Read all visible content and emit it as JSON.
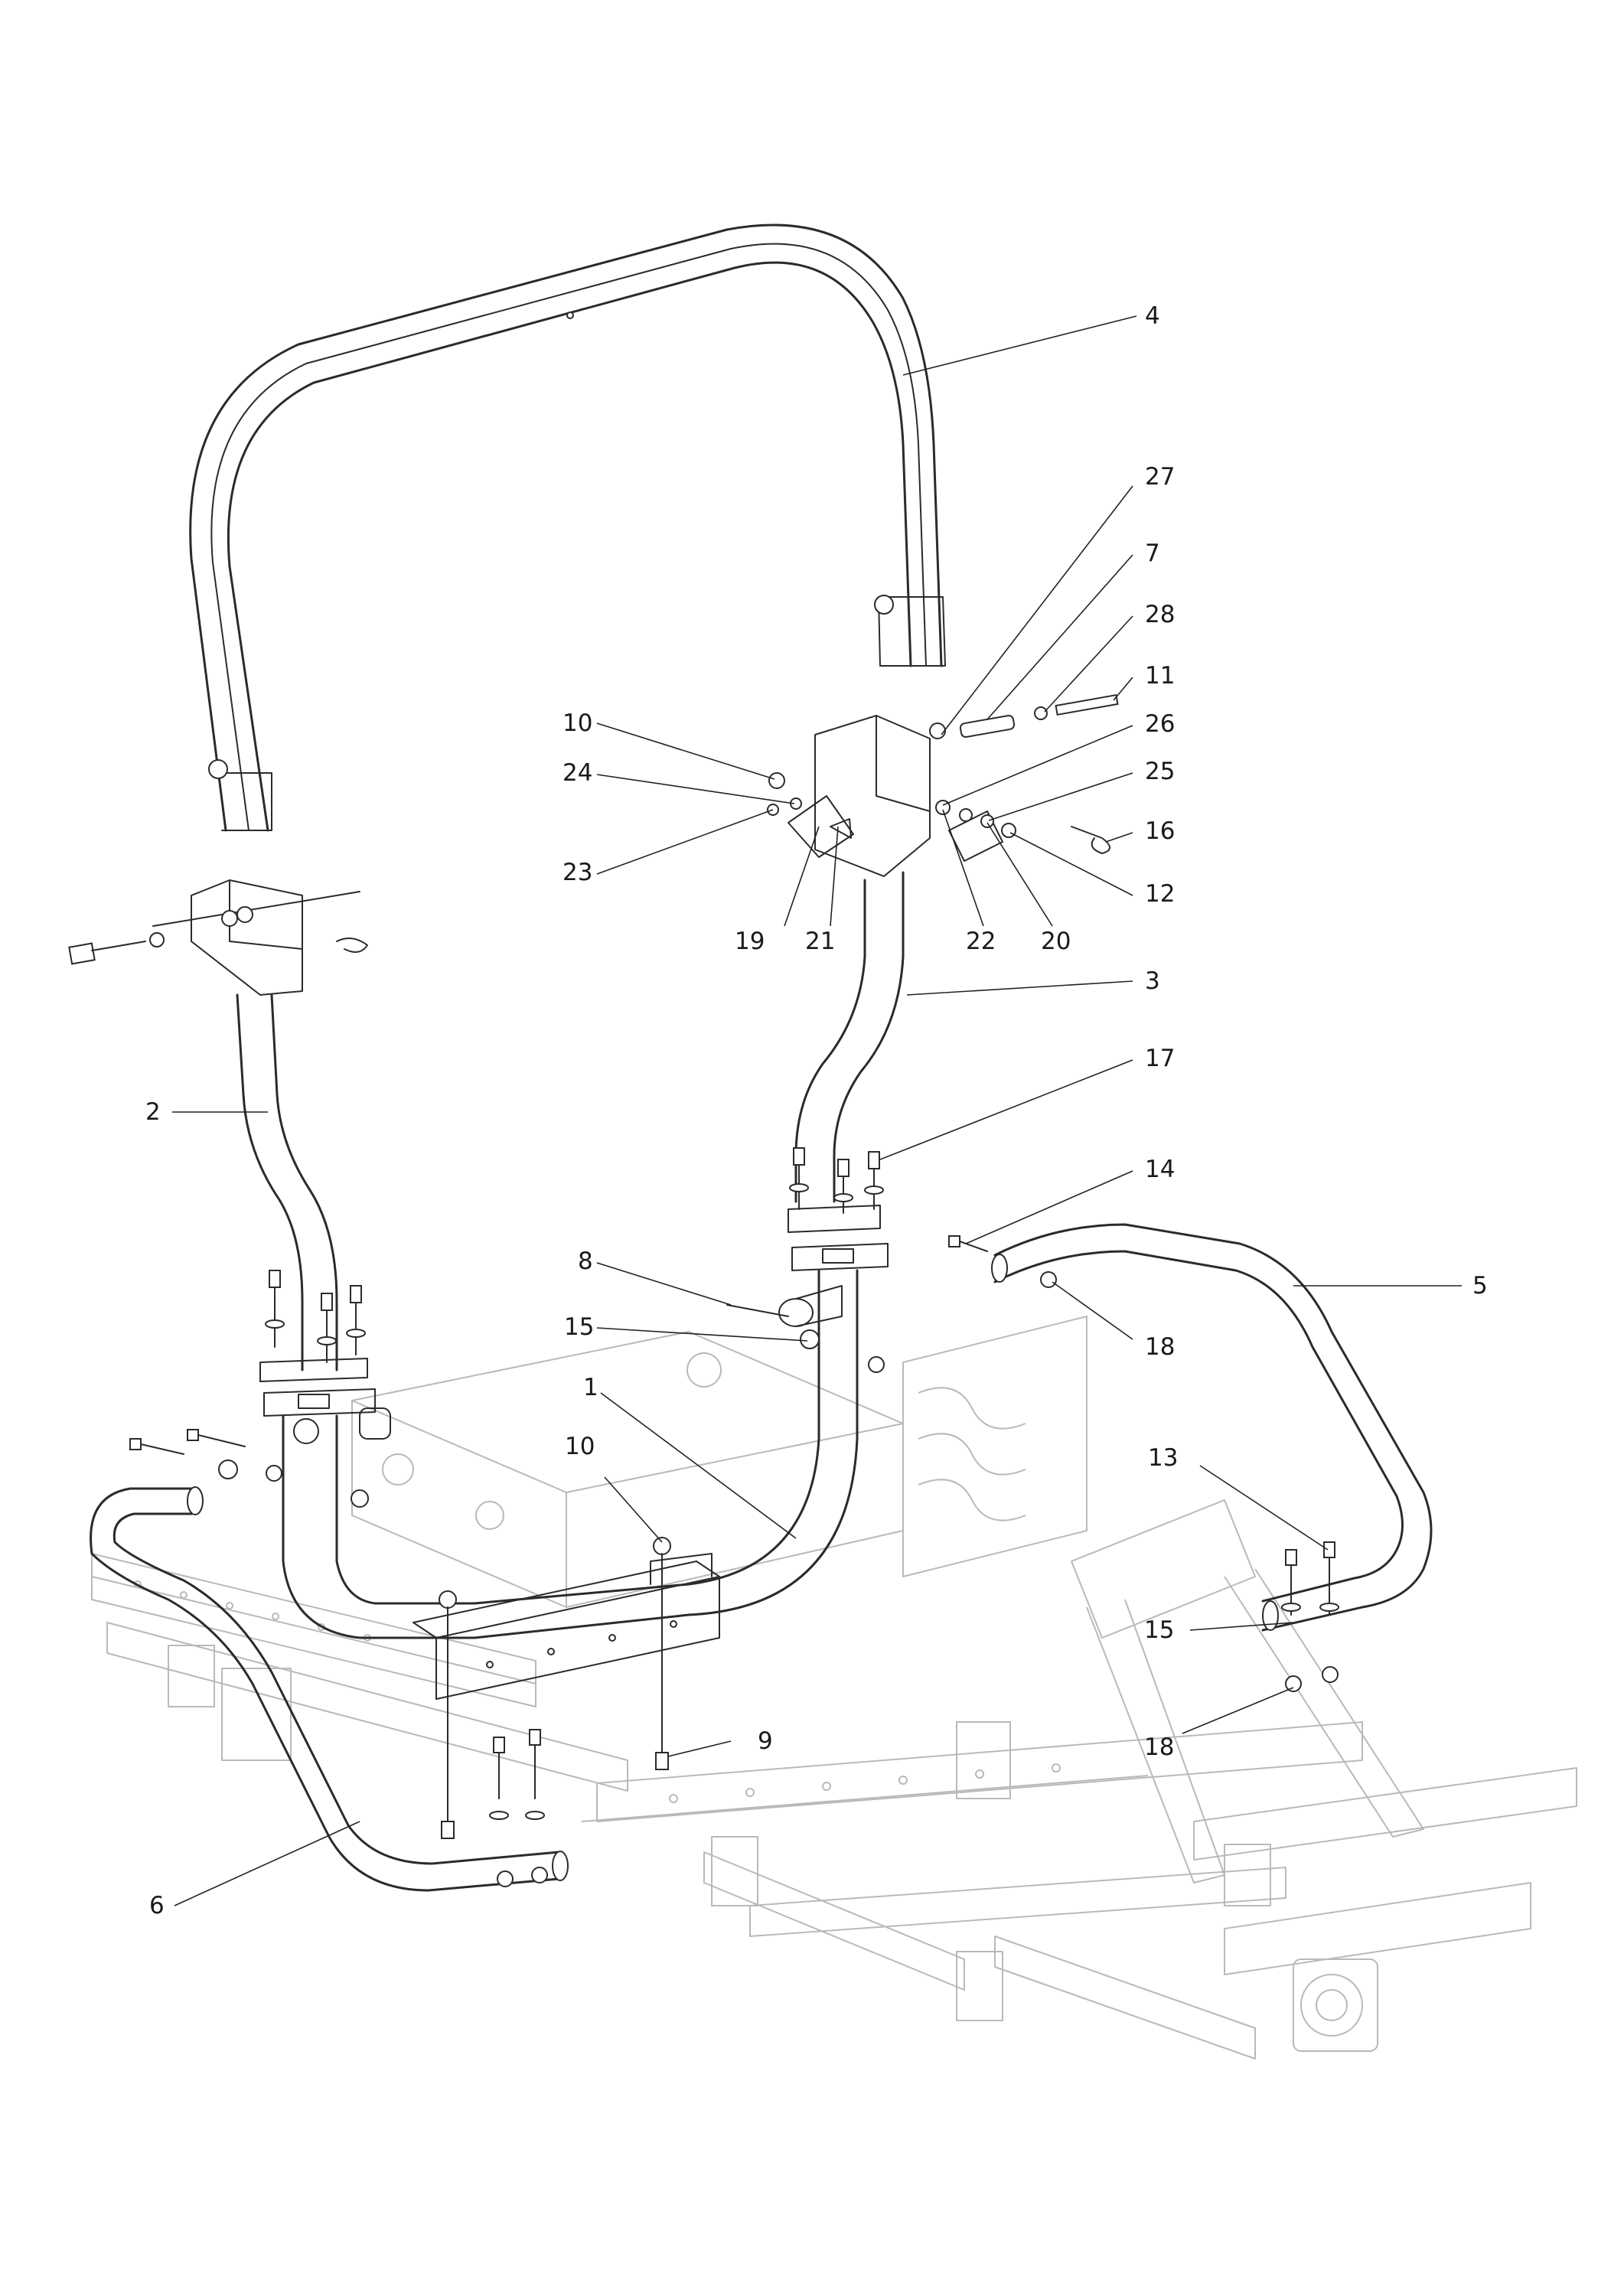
{
  "diagram": {
    "type": "exploded-parts-view",
    "callouts": [
      {
        "id": "c1",
        "label": "1"
      },
      {
        "id": "c2",
        "label": "2"
      },
      {
        "id": "c3",
        "label": "3"
      },
      {
        "id": "c4",
        "label": "4"
      },
      {
        "id": "c5",
        "label": "5"
      },
      {
        "id": "c6",
        "label": "6"
      },
      {
        "id": "c7",
        "label": "7"
      },
      {
        "id": "c8",
        "label": "8"
      },
      {
        "id": "c9",
        "label": "9"
      },
      {
        "id": "c10a",
        "label": "10"
      },
      {
        "id": "c10b",
        "label": "10"
      },
      {
        "id": "c11",
        "label": "11"
      },
      {
        "id": "c12",
        "label": "12"
      },
      {
        "id": "c13",
        "label": "13"
      },
      {
        "id": "c14",
        "label": "14"
      },
      {
        "id": "c15a",
        "label": "15"
      },
      {
        "id": "c15b",
        "label": "15"
      },
      {
        "id": "c16",
        "label": "16"
      },
      {
        "id": "c17",
        "label": "17"
      },
      {
        "id": "c18a",
        "label": "18"
      },
      {
        "id": "c18b",
        "label": "18"
      },
      {
        "id": "c19",
        "label": "19"
      },
      {
        "id": "c20",
        "label": "20"
      },
      {
        "id": "c21",
        "label": "21"
      },
      {
        "id": "c22",
        "label": "22"
      },
      {
        "id": "c23",
        "label": "23"
      },
      {
        "id": "c24",
        "label": "24"
      },
      {
        "id": "c25",
        "label": "25"
      },
      {
        "id": "c26",
        "label": "26"
      },
      {
        "id": "c27",
        "label": "27"
      },
      {
        "id": "c28",
        "label": "28"
      }
    ],
    "colors": {
      "line": "#2b2b2b",
      "ghost": "#b9b9b9",
      "text": "#1a1a1a"
    }
  }
}
